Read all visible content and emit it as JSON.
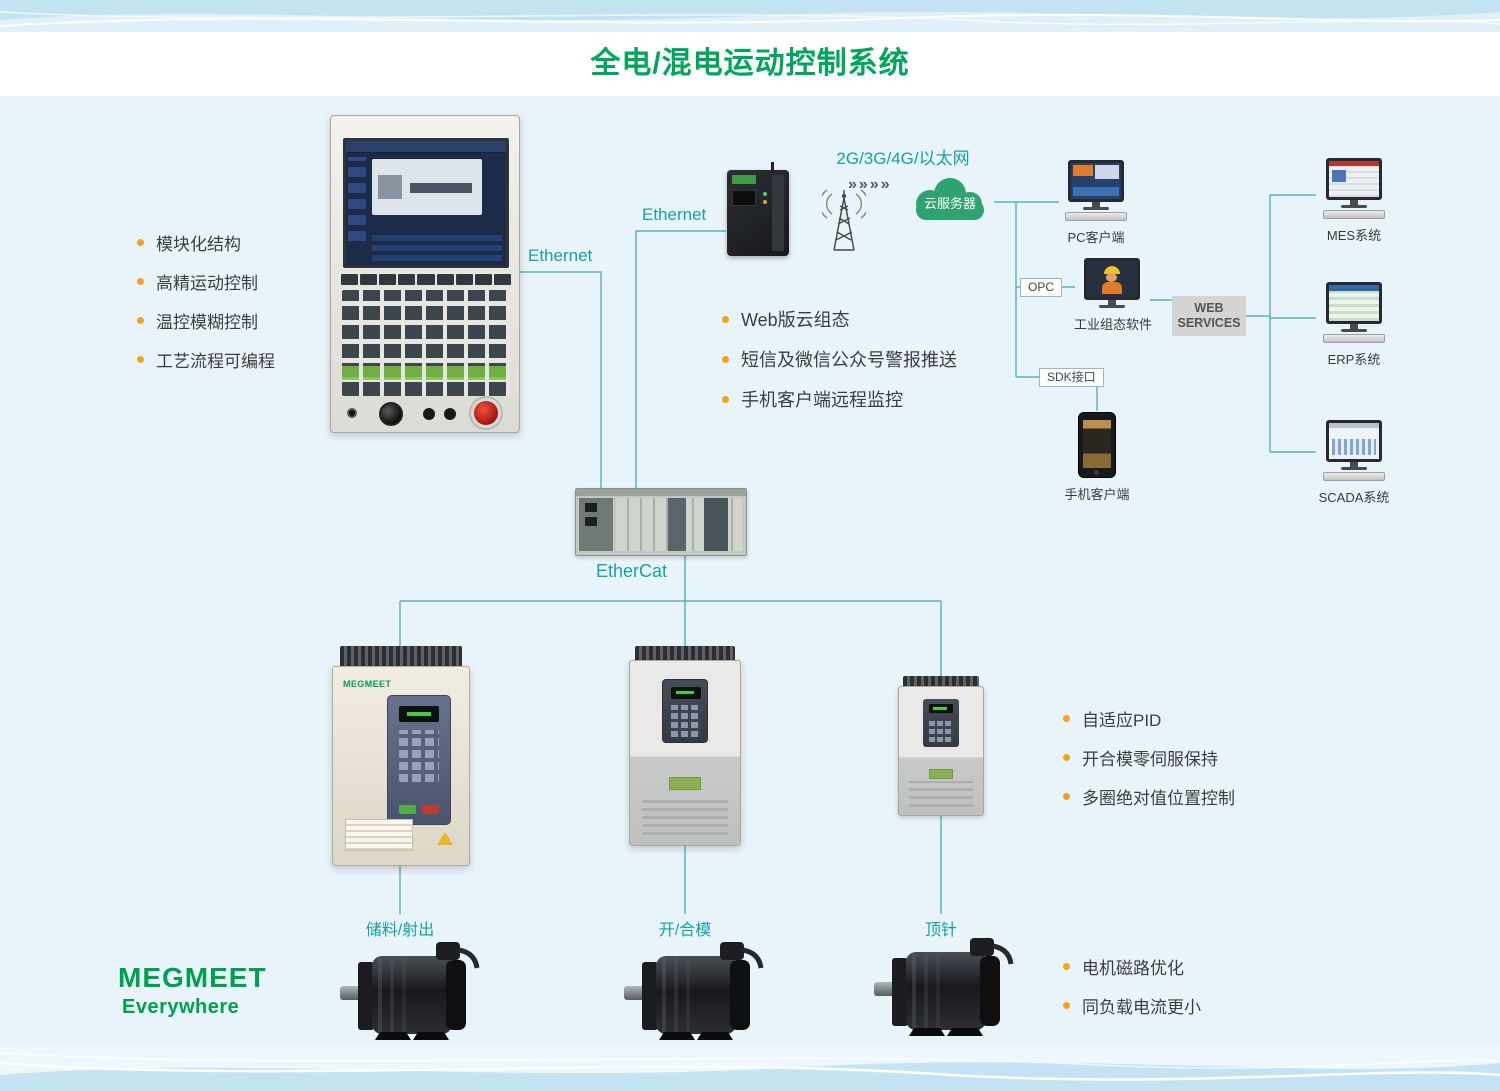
{
  "title": "全电/混电运动控制系统",
  "brand": {
    "name": "MEGMEET",
    "tagline": "Everywhere"
  },
  "drive_brand": "MEGMEET",
  "colors": {
    "title_green": "#00a65c",
    "teal": "#17a0a8",
    "bullet_orange": "#f5a21b",
    "cloud_green": "#2ea36f"
  },
  "features_left": [
    "模块化结构",
    "高精运动控制",
    "温控模糊控制",
    "工艺流程可编程"
  ],
  "features_cloud": [
    "Web版云组态",
    "短信及微信公众号警报推送",
    "手机客户端远程监控"
  ],
  "features_drive": [
    "自适应PID",
    "开合模零伺服保持",
    "多圈绝对值位置控制"
  ],
  "features_motor": [
    "电机磁路优化",
    "同负载电流更小"
  ],
  "labels": {
    "ethernet": "Ethernet",
    "ethercat": "EtherCat",
    "network": "2G/3G/4G/以太网",
    "cloud_server": "云服务器",
    "pc_client": "PC客户端",
    "opc": "OPC",
    "industrial_software": "工业组态软件",
    "web_services": "WEB SERVICES",
    "sdk": "SDK接口",
    "mobile_client": "手机客户端",
    "mes": "MES系统",
    "erp": "ERP系统",
    "scada": "SCADA系统",
    "axis_injection": "储料/射出",
    "axis_mold": "开/合模",
    "axis_ejector": "顶针"
  },
  "icons": {
    "signal": "»»»»"
  }
}
